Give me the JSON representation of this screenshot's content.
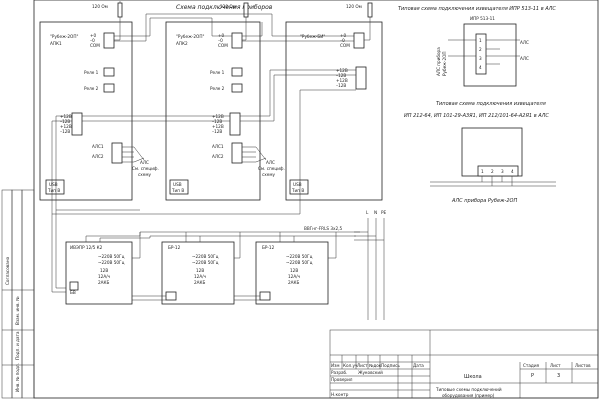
{
  "main_title": "Схема подключения приборов",
  "title_513": "Типовая схема подключения извещателя ИПР 513-11 в АЛС",
  "title_212_line1": "Типовая схема подключения извещателя",
  "title_212_line2": "ИП 212-64, ИП 101-29-А3Я1, ИП 212/101-64-А2Я1 в АЛС",
  "resistor_label": "120 Ом",
  "rubezh2op_1": {
    "name": "\"Рубеж-2ОП\"",
    "sub": "АПК1",
    "rele1": "Реле 1",
    "rele2": "Реле 2",
    "als1": "АЛС1",
    "als2": "АЛС2",
    "usb": "USB",
    "usb_sub": "Тип В"
  },
  "rubezh2op_2": {
    "name": "\"Рубеж-2ОП\"",
    "sub": "АПК2",
    "rele1": "Реле 1",
    "rele2": "Реле 2",
    "als1": "АЛС1",
    "als2": "АЛС2",
    "usb": "USB",
    "usb_sub": "Тип В"
  },
  "rubezh_bi": {
    "name": "\"Рубеж-БИ\"",
    "usb": "USB",
    "usb_sub": "Тип В"
  },
  "iface_labels": [
    "+0",
    "–0",
    "COM"
  ],
  "iface_labels_r2": [
    "+0",
    "–0",
    "СОМ"
  ],
  "power_labels": [
    "+12В",
    "–12В",
    "+12В",
    "–12В"
  ],
  "als_note": [
    "АЛС",
    "См. специф.",
    "схему"
  ],
  "ivepr": {
    "name": "ИВЭПР 12/5 К2",
    "in1": "~220В 50Гц",
    "in2": "~220В 50Гц",
    "v": "12В",
    "a": "12А/ч",
    "akb": "2АКБ",
    "bat": "БВ"
  },
  "br1": {
    "name": "БР-12",
    "in1": "~220В 50Гц",
    "in2": "~220В 50Гц",
    "v": "12В",
    "a": "12А/ч",
    "akb": "2АКБ"
  },
  "br2": {
    "name": "БР-12",
    "in1": "~220В 50Гц",
    "in2": "~220В 50Гц",
    "v": "12В",
    "a": "12А/ч",
    "akb": "2АКБ"
  },
  "cable_label": "ВВГнг-FRLS 3х2,5",
  "power_lines": [
    "L",
    "N",
    "PE"
  ],
  "ipr_513": {
    "name": "ИПР 513-11",
    "pins": [
      "1",
      "2",
      "3",
      "4"
    ],
    "side1": "АЛС прибора",
    "side2": "Рубеж-2ОП",
    "out": "АЛС"
  },
  "ip_212": {
    "pins": [
      "1",
      "2",
      "3",
      "4"
    ],
    "caption": "АЛС прибора Рубеж-2ОП"
  },
  "side_stamp": [
    "Согласовано",
    "Инв. № подл.",
    "Подп. и дата",
    "Взам. инв. №"
  ],
  "titleblock": {
    "headers": [
      "Изм",
      "Кол.уч",
      "Лист",
      "№док",
      "Подпись",
      "Дата"
    ],
    "row_razrab": "Разраб.",
    "row_prover": "Проверил",
    "razrab_name": "Жуковский",
    "row_nkontr": "Н.контр",
    "org": "Школа",
    "col_stadia": "Стадия",
    "col_list": "Лист",
    "col_listov": "Листов",
    "stadia": "Р",
    "list_no": "3",
    "doc_title_1": "Типовые схемы подключений",
    "doc_title_2": "оборудования (пример)"
  }
}
